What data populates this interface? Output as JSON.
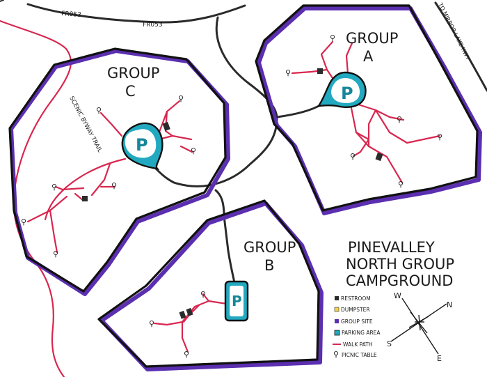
{
  "roads": {
    "road_top_left": "FR053",
    "road_top_mid": "FR053",
    "road_right": "TO MIRROR LAKE HWY",
    "trail_label": "SCENIC BYWAY TRAIL"
  },
  "groups": {
    "a": {
      "line1": "GROUP",
      "line2": "A"
    },
    "b": {
      "line1": "GROUP",
      "line2": "B"
    },
    "c": {
      "line1": "GROUP",
      "line2": "C"
    }
  },
  "parking_symbol": "P",
  "picnic_symbol": "⚲",
  "title": {
    "line1": "PINEVALLEY",
    "line2": "NORTH GROUP",
    "line3": "CAMPGROUND"
  },
  "legend": {
    "items": [
      {
        "label": "RESTROOM",
        "swatch": "#2b2b2b",
        "kind": "square"
      },
      {
        "label": "DUMPSTER",
        "swatch": "#f2d14a",
        "kind": "square"
      },
      {
        "label": "GROUP SITE",
        "swatch": "#5b2fb0",
        "kind": "square"
      },
      {
        "label": "PARKING AREA",
        "swatch": "#22a9c0",
        "kind": "square"
      },
      {
        "label": "WALK PATH",
        "swatch": "#d8274f",
        "kind": "line"
      },
      {
        "label": "PICNIC TABLE",
        "swatch": "#222222",
        "kind": "table"
      }
    ]
  },
  "compass": {
    "n": "N",
    "s": "S",
    "e": "E",
    "w": "W"
  },
  "colors": {
    "site_border": "#5b2fb0",
    "parking": "#22a9c0",
    "walk_path": "#d8274f",
    "road": "#2a2a2a"
  }
}
